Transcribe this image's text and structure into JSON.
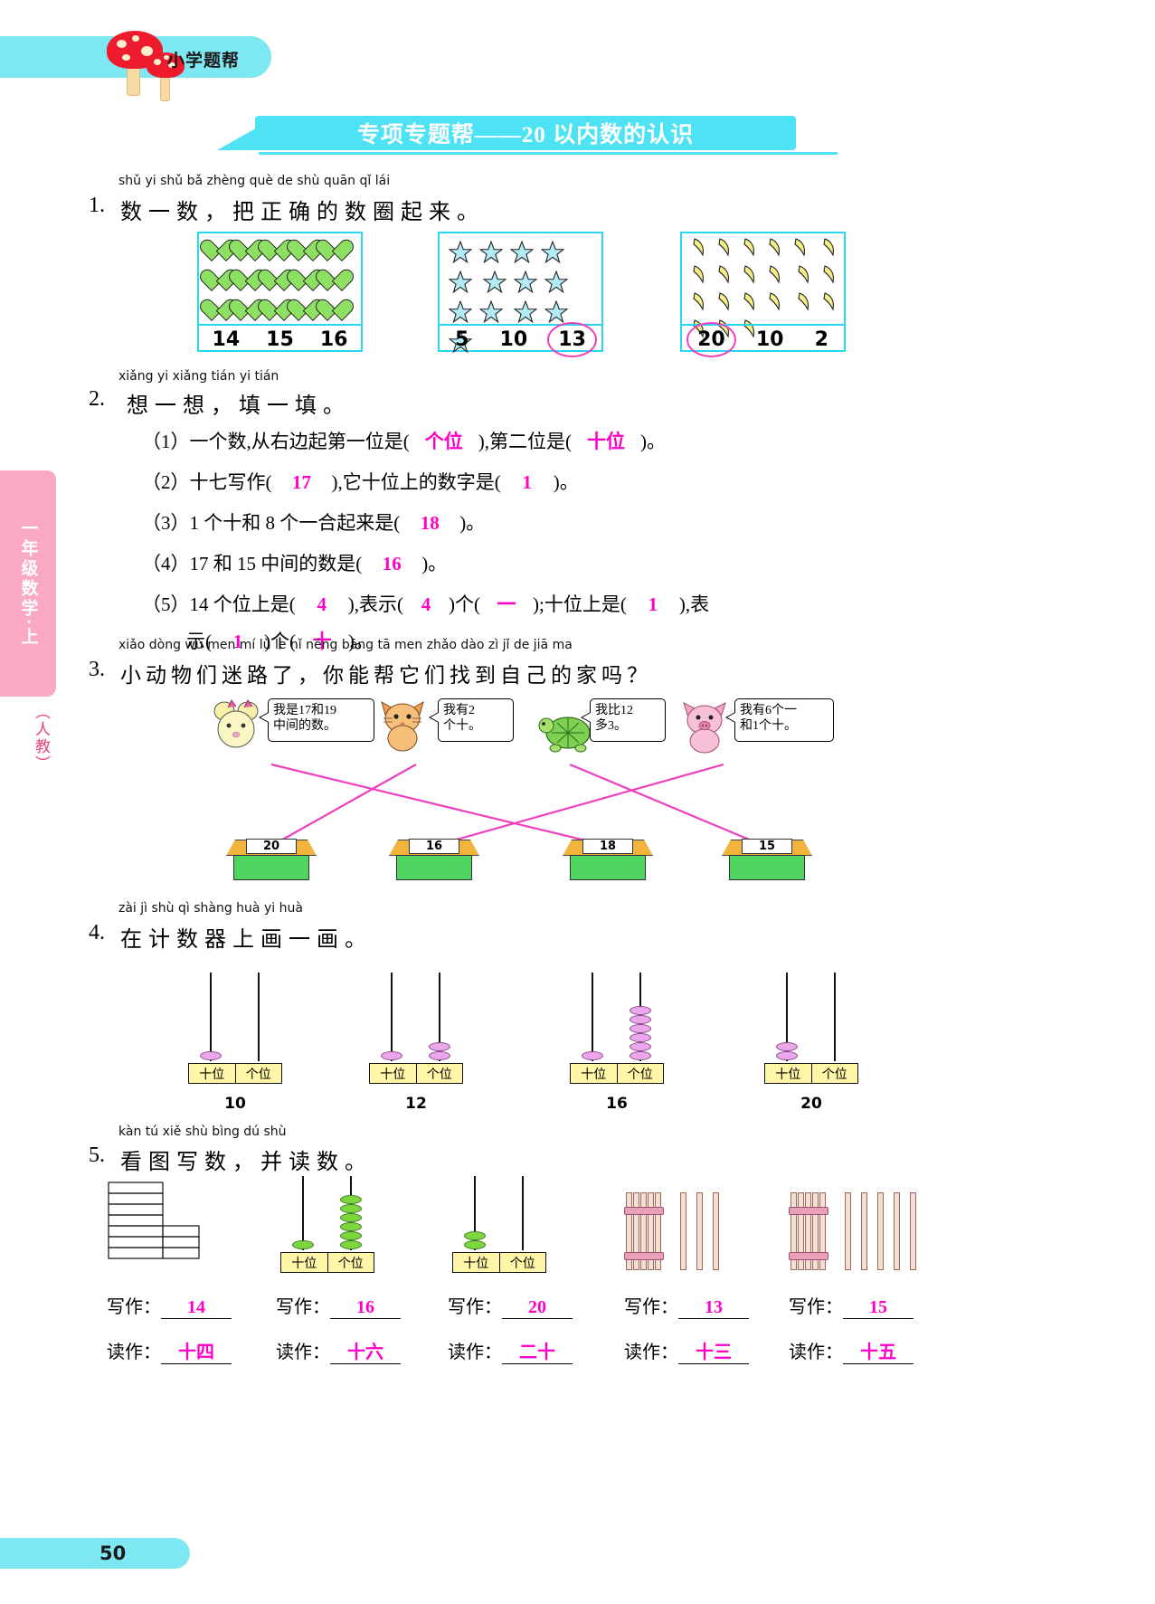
{
  "brand": {
    "label": "小学题帮"
  },
  "header": {
    "title": "专项专题帮——20 以内数的认识"
  },
  "grade_tab": {
    "label": "一年级数学·上",
    "publisher": "（人教）"
  },
  "footer": {
    "page": "50"
  },
  "q1": {
    "number": "1.",
    "pinyin": "shǔ  yi  shǔ     bǎ  zhèng  què  de  shù  quān  qǐ  lái",
    "text": "数一数，把正确的数圈起来。",
    "boxes": [
      {
        "icon": "heart-icon",
        "icon_color": "#8ee064",
        "count": 15,
        "rows": [
          5,
          5,
          5
        ],
        "options": [
          "14",
          "15",
          "16"
        ],
        "circled_index": -1
      },
      {
        "icon": "star-icon",
        "icon_color": "#b3ecf7",
        "count": 13,
        "rows": [
          5,
          5,
          3
        ],
        "options": [
          "5",
          "10",
          "13"
        ],
        "circled_index": 2
      },
      {
        "icon": "banana-icon",
        "icon_color": "#f7ef86",
        "count": 20,
        "rows": [
          5,
          5,
          5,
          5
        ],
        "options": [
          "20",
          "10",
          "2"
        ],
        "circled_index": 0
      }
    ]
  },
  "q2": {
    "number": "2.",
    "pinyin": "xiǎng  yi  xiǎng     tián  yi  tián",
    "text": "想一想，填一填。",
    "items": [
      {
        "label": "（1）",
        "seg": [
          "一个数,从右边起第一位是(",
          "个位",
          "),第二位是(",
          "十位",
          ")。"
        ]
      },
      {
        "label": "（2）",
        "seg": [
          "十七写作(",
          "17",
          "),它十位上的数字是(",
          "1",
          ")。"
        ]
      },
      {
        "label": "（3）",
        "seg": [
          "1 个十和 8 个一合起来是(",
          "18",
          ")。"
        ]
      },
      {
        "label": "（4）",
        "seg": [
          "17 和 15 中间的数是(",
          "16",
          ")。"
        ]
      },
      {
        "label": "（5）",
        "seg": [
          "14 个位上是(",
          "4",
          "),表示(",
          "4",
          ")个(",
          "一",
          ");十位上是(",
          "1",
          "),表"
        ]
      },
      {
        "label": "",
        "seg": [
          "示(",
          "1",
          ")个(",
          "十",
          ")。"
        ]
      }
    ]
  },
  "q3": {
    "number": "3.",
    "pinyin": "xiǎo  dòng  wù  men  mí  lù  le        nǐ  néng  bāng  tā  men  zhǎo  dào  zì   jǐ   de  jiā  ma",
    "text": "小动物们迷路了，你能帮它们找到自己的家吗？",
    "animals": [
      {
        "name": "mouse",
        "bubble": "我是17和19\n中间的数。",
        "answer": "18"
      },
      {
        "name": "cat",
        "bubble": "我有2\n个十。",
        "answer": "20"
      },
      {
        "name": "turtle",
        "bubble": "我比12\n多3。",
        "answer": "15"
      },
      {
        "name": "pig",
        "bubble": "我有6个一\n和1个十。",
        "answer": "16"
      }
    ],
    "houses": [
      "20",
      "16",
      "18",
      "15"
    ]
  },
  "q4": {
    "number": "4.",
    "pinyin": "zài  jì  shù  qì  shàng  huà  yi  huà",
    "text": "在计数器上画一画。",
    "place_labels": {
      "tens": "十位",
      "ones": "个位"
    },
    "counters": [
      {
        "value": "10",
        "tens_beads": 1,
        "ones_beads": 0,
        "bead_color": "pink"
      },
      {
        "value": "12",
        "tens_beads": 1,
        "ones_beads": 2,
        "bead_color": "pink"
      },
      {
        "value": "16",
        "tens_beads": 1,
        "ones_beads": 6,
        "bead_color": "pink"
      },
      {
        "value": "20",
        "tens_beads": 2,
        "ones_beads": 0,
        "bead_color": "pink"
      }
    ]
  },
  "q5": {
    "number": "5.",
    "pinyin": "kàn  tú  xiě  shù     bìng  dú  shù",
    "text": "看图写数，并读数。",
    "write_label": "写作：",
    "read_label": "读作：",
    "answers": [
      {
        "write": "14",
        "read": "十四",
        "pic": "square-grid"
      },
      {
        "write": "16",
        "read": "十六",
        "pic": "counter-green"
      },
      {
        "write": "20",
        "read": "二十",
        "pic": "counter-green"
      },
      {
        "write": "13",
        "read": "十三",
        "pic": "stick-bundle"
      },
      {
        "write": "15",
        "read": "十五",
        "pic": "stick-bundle"
      }
    ],
    "counters": [
      {
        "tens_beads": 1,
        "ones_beads": 6
      },
      {
        "tens_beads": 2,
        "ones_beads": 0
      }
    ],
    "bundles": [
      {
        "tied": 1,
        "loose": 3
      },
      {
        "tied": 1,
        "loose": 5
      }
    ]
  },
  "colors": {
    "cyan": "#4de3f5",
    "pink_answer": "#ff00c8",
    "pink_tab": "#f9a8c6",
    "box_border": "#28d7ee"
  }
}
